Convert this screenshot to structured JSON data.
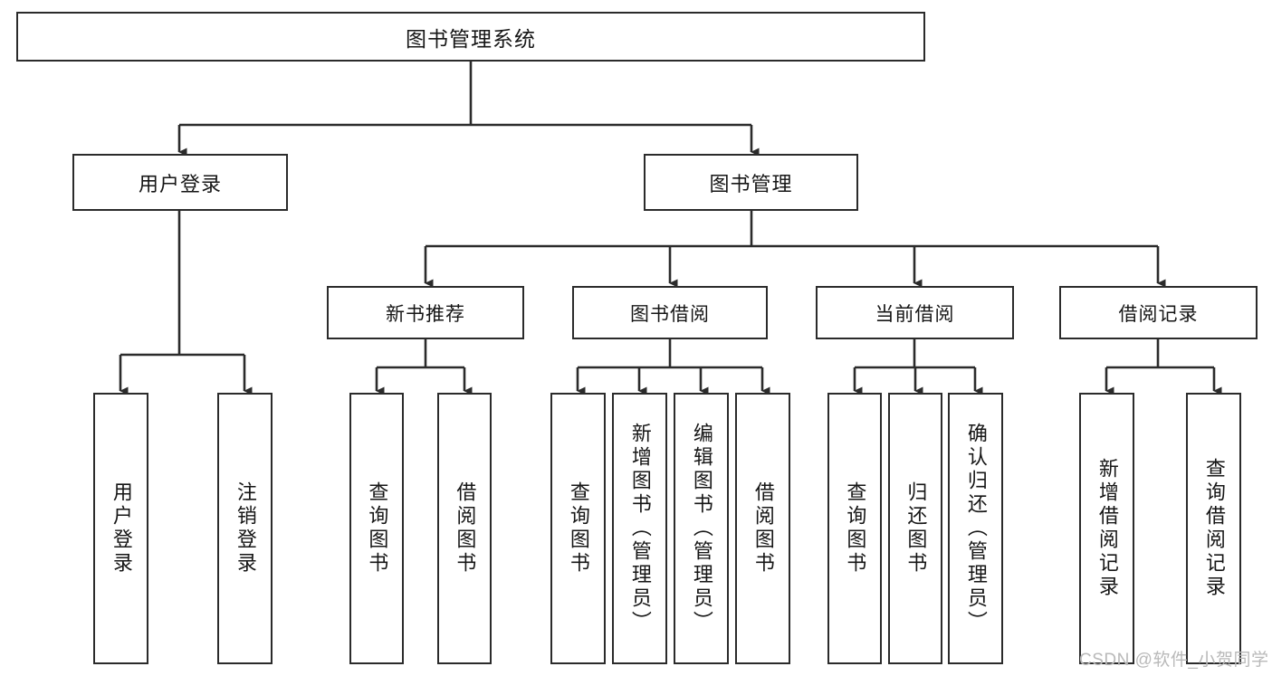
{
  "diagram": {
    "type": "tree-hierarchy",
    "title": "图书管理系统",
    "watermark": "CSDN @软件_小贺同学",
    "colors": {
      "box_border": "#2b2b2b",
      "box_fill": "#ffffff",
      "connector": "#2b2b2b",
      "text": "#161616",
      "watermark": "#b9b9b9"
    },
    "nodes": {
      "root": {
        "label": "图书管理系统"
      },
      "level2": [
        {
          "label": "用户登录"
        },
        {
          "label": "图书管理"
        }
      ],
      "level3": [
        {
          "label": "新书推荐"
        },
        {
          "label": "图书借阅"
        },
        {
          "label": "当前借阅"
        },
        {
          "label": "借阅记录"
        }
      ],
      "leaves": {
        "user_login": [
          {
            "label": "用户登录"
          },
          {
            "label": "注销登录"
          }
        ],
        "new_book_recommend": [
          {
            "label": "查询图书"
          },
          {
            "label": "借阅图书"
          }
        ],
        "book_borrow": [
          {
            "label": "查询图书"
          },
          {
            "label": "新增图书（管理员）"
          },
          {
            "label": "编辑图书（管理员）"
          },
          {
            "label": "借阅图书"
          }
        ],
        "current_borrow": [
          {
            "label": "查询图书"
          },
          {
            "label": "归还图书"
          },
          {
            "label": "确认归还（管理员）"
          }
        ],
        "borrow_records": [
          {
            "label": "新增借阅记录"
          },
          {
            "label": "查询借阅记录"
          }
        ]
      }
    }
  }
}
